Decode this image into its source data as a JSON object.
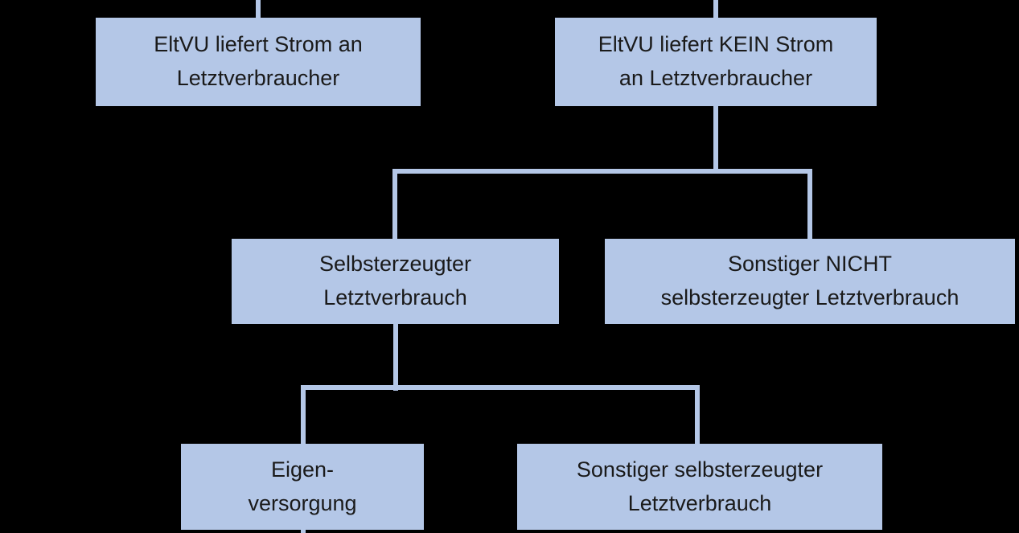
{
  "diagram": {
    "type": "flowchart",
    "background_color": "#000000",
    "node_fill_color": "#B4C7E7",
    "connector_color": "#B4C7E7",
    "text_color": "#1A1A1A",
    "nodes": {
      "eltvu_strom": {
        "label": "EltVU liefert Strom an\nLetztverbraucher"
      },
      "eltvu_kein_strom": {
        "label": "EltVU liefert KEIN Strom\nan Letztverbraucher"
      },
      "selbsterzeugter_letztverbrauch": {
        "label": "Selbsterzeugter\nLetztverbrauch"
      },
      "sonstiger_nicht_selbsterzeugter": {
        "label": "Sonstiger NICHT\nselbsterzeugter Letztverbrauch"
      },
      "eigenversorgung": {
        "label": "Eigen-\nversorgung"
      },
      "sonstiger_selbsterzeugter": {
        "label": "Sonstiger selbsterzeugter\nLetztverbrauch"
      }
    },
    "edges": [
      "offscreen-top -> eltvu_strom",
      "offscreen-top -> eltvu_kein_strom",
      "eltvu_kein_strom -> selbsterzeugter_letztverbrauch",
      "eltvu_kein_strom -> sonstiger_nicht_selbsterzeugter",
      "selbsterzeugter_letztverbrauch -> eigenversorgung",
      "selbsterzeugter_letztverbrauch -> sonstiger_selbsterzeugter",
      "eigenversorgung -> offscreen-bottom"
    ]
  }
}
